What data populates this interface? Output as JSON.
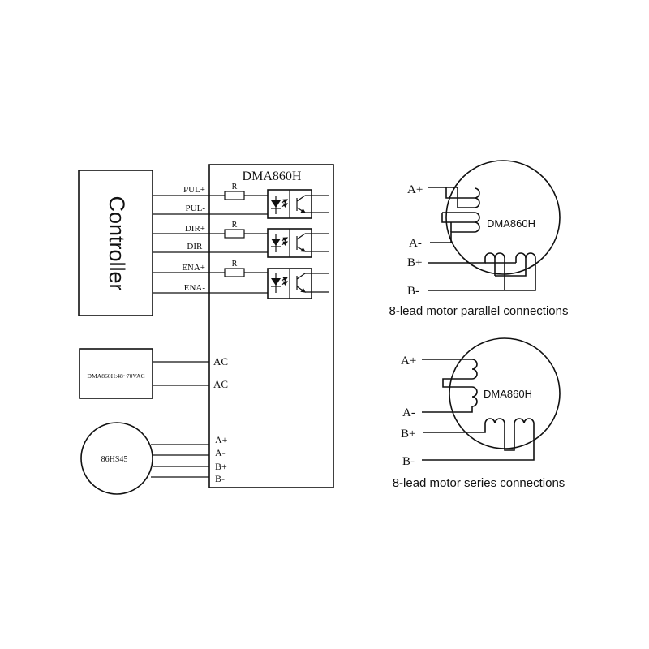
{
  "controller": {
    "label": "Controller"
  },
  "driver": {
    "title": "DMA860H"
  },
  "signals": [
    "PUL+",
    "PUL-",
    "DIR+",
    "DIR-",
    "ENA+",
    "ENA-"
  ],
  "resistor_label": "R",
  "power": {
    "label": "DMA860H:48~70VAC",
    "terminals": [
      "AC",
      "AC"
    ]
  },
  "motor": {
    "label": "86HS45",
    "terminals": [
      "A+",
      "A-",
      "B+",
      "B-"
    ]
  },
  "parallel": {
    "motor_label": "DMA860H",
    "leads": [
      "A+",
      "A-",
      "B+",
      "B-"
    ],
    "caption": "8-lead motor parallel connections"
  },
  "series": {
    "motor_label": "DMA860H",
    "leads": [
      "A+",
      "A-",
      "B+",
      "B-"
    ],
    "caption": "8-lead motor series connections"
  }
}
